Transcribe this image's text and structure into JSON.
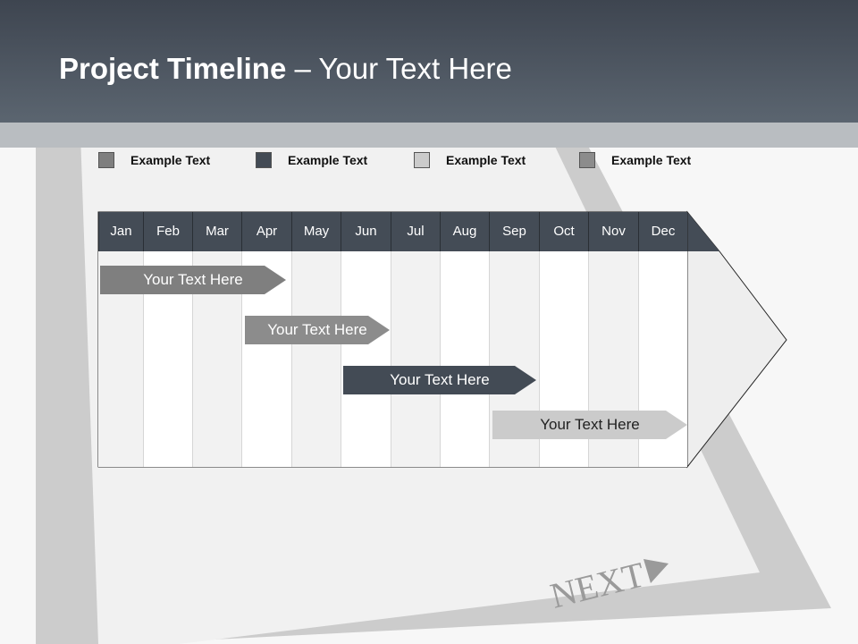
{
  "title": {
    "bold": "Project Timeline",
    "rest": " – Your Text Here"
  },
  "legend": [
    {
      "label": "Example Text",
      "color": "#7f7f7f"
    },
    {
      "label": "Example Text",
      "color": "#434b55"
    },
    {
      "label": "Example Text",
      "color": "#cbcbcb"
    },
    {
      "label": "Example Text",
      "color": "#8c8c8c"
    }
  ],
  "months": [
    "Jan",
    "Feb",
    "Mar",
    "Apr",
    "May",
    "Jun",
    "Jul",
    "Aug",
    "Sep",
    "Oct",
    "Nov",
    "Dec"
  ],
  "tasks": [
    {
      "label": "Your  Text Here",
      "start": "Jan",
      "end": "Apr",
      "color": "#7f7f7f"
    },
    {
      "label": "Your  Text Here",
      "start": "Apr",
      "end": "Jun",
      "color": "#8c8c8c"
    },
    {
      "label": "Your  Text Here",
      "start": "Jun",
      "end": "Sep",
      "color": "#434b55"
    },
    {
      "label": "Your  Text Here",
      "start": "Sep",
      "end": "Dec",
      "color": "#cbcbcb"
    }
  ],
  "background_next": "NEXT"
}
